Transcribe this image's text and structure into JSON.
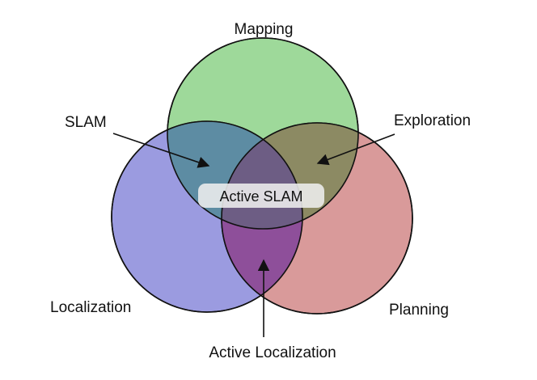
{
  "sets": [
    {
      "id": "mapping",
      "label": "Mapping",
      "color": "#9ed99a"
    },
    {
      "id": "localization",
      "label": "Localization",
      "color": "#9b9be0"
    },
    {
      "id": "planning",
      "label": "Planning",
      "color": "#d99a9a"
    }
  ],
  "regions": {
    "slam": "SLAM",
    "exploration": "Exploration",
    "active_localization": "Active Localization",
    "active_slam": "Active SLAM"
  },
  "overlap_colors": {
    "mapping_localization": "#5d8ca3",
    "mapping_planning": "#8c8a63",
    "localization_planning": "#8e4f9a",
    "all": "#6d5d84"
  },
  "center_badge_color": "#eeeeee"
}
